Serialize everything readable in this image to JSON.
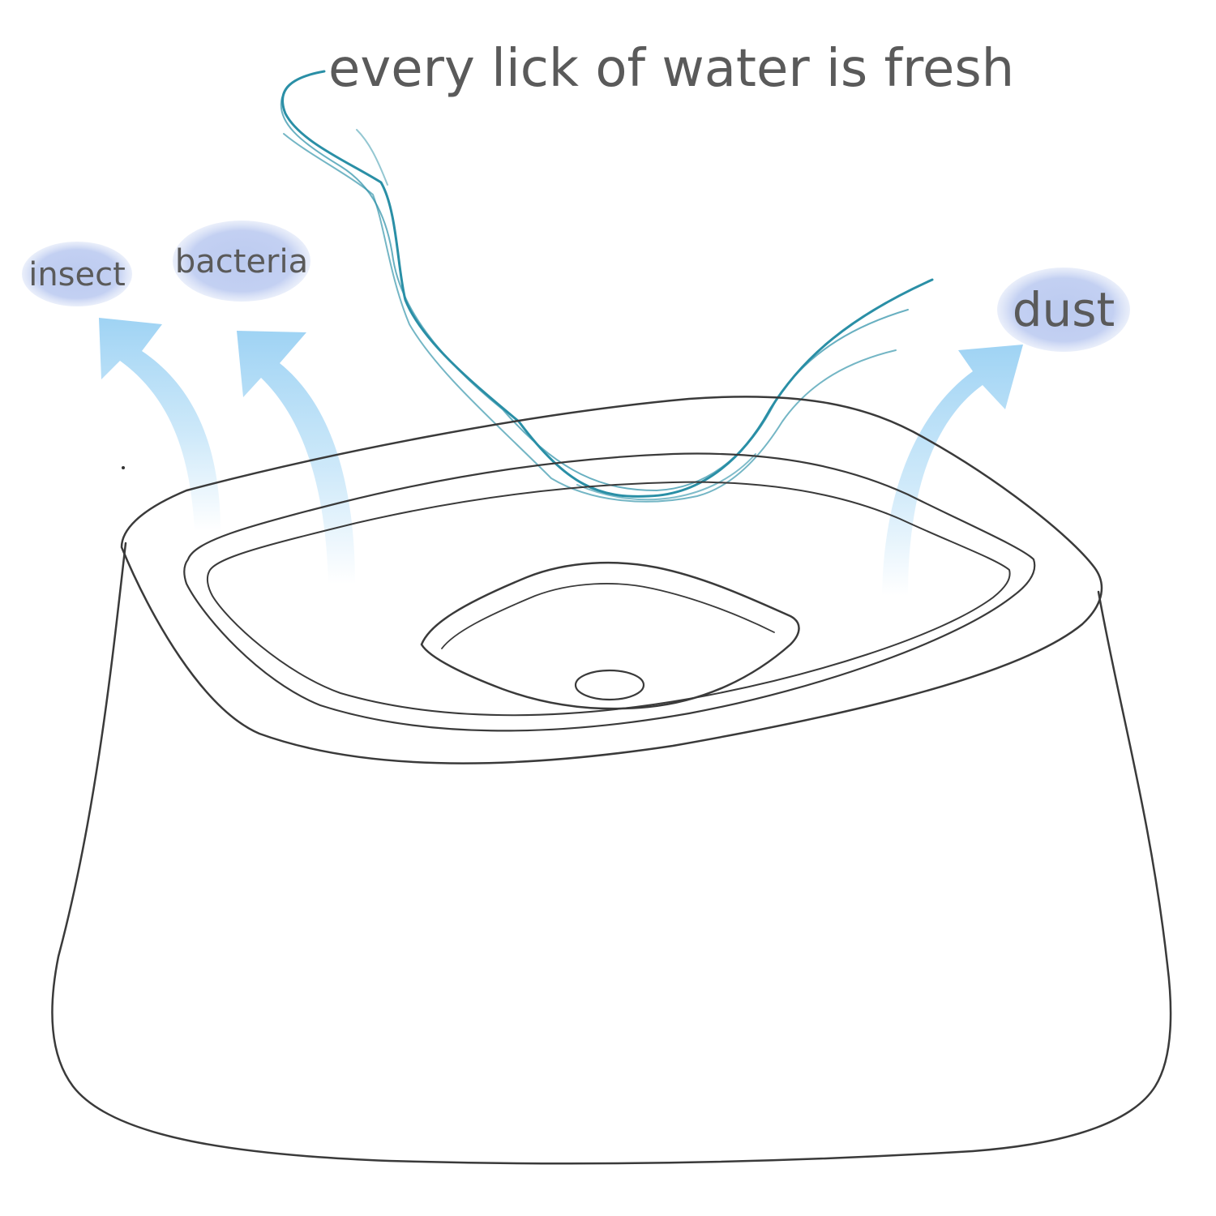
{
  "headline": "every lick of water is fresh",
  "tags": {
    "insect": "insect",
    "bacteria": "bacteria",
    "dust": "dust"
  },
  "colors": {
    "outline": "#3a3a3a",
    "text": "#5a5a5a",
    "tag_fill": "#b9c9ef",
    "arrow": "#a6d7f5",
    "water": "#2a8fa6"
  }
}
